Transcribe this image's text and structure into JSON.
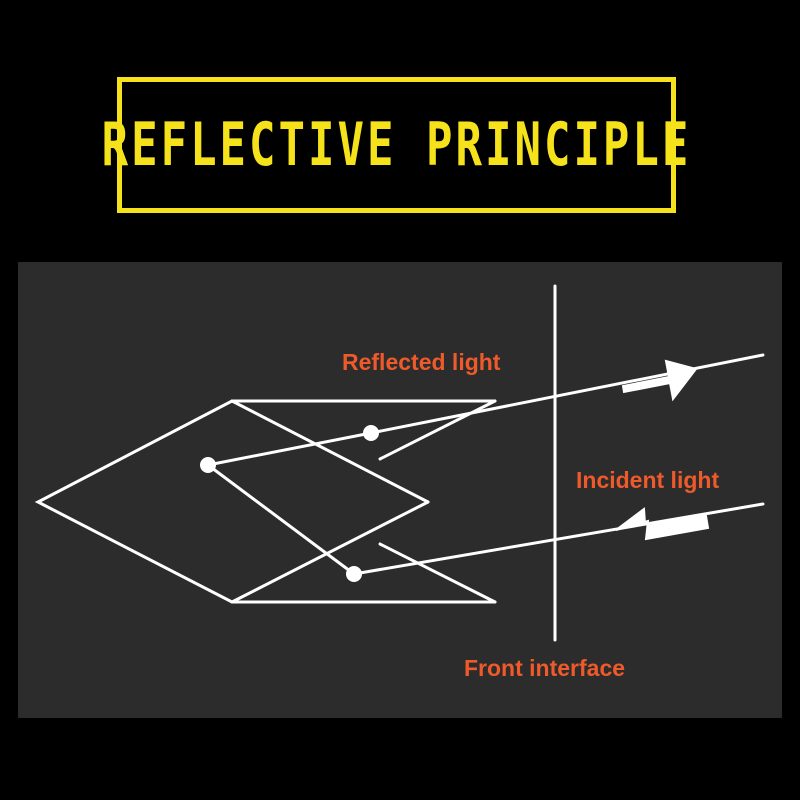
{
  "title": "REFLECTIVE PRINCIPLE",
  "labels": {
    "reflected": "Reflected light",
    "incident": "Incident light",
    "interface": "Front interface"
  },
  "colors": {
    "background": "#000000",
    "title": "#f5e21b",
    "panel": "#2c2c2c",
    "lines": "#ffffff",
    "labels": "#ee5a2a"
  }
}
